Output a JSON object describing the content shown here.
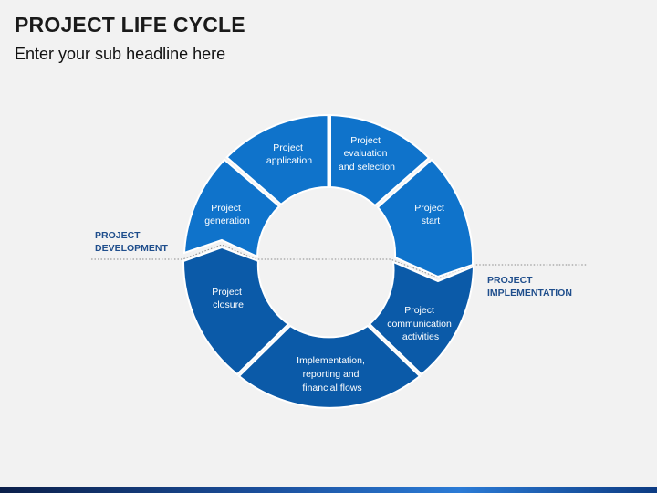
{
  "header": {
    "title": "PROJECT LIFE CYCLE",
    "subtitle": "Enter your sub headline here"
  },
  "phases": {
    "development": [
      "PROJECT",
      "DEVELOPMENT"
    ],
    "implementation": [
      "PROJECT",
      "IMPLEMENTATION"
    ]
  },
  "segments": [
    {
      "id": "application",
      "lines": [
        "Project",
        "application"
      ],
      "color": "#0f73cb"
    },
    {
      "id": "evaluation",
      "lines": [
        "Project",
        "evaluation",
        "and selection"
      ],
      "color": "#0f73cb"
    },
    {
      "id": "start",
      "lines": [
        "Project",
        "start"
      ],
      "color": "#0f73cb"
    },
    {
      "id": "communication",
      "lines": [
        "Project",
        "communication",
        "activities"
      ],
      "color": "#0b5aa8"
    },
    {
      "id": "implementation",
      "lines": [
        "Implementation,",
        "reporting and",
        "financial flows"
      ],
      "color": "#0b5aa8"
    },
    {
      "id": "closure",
      "lines": [
        "Project",
        "closure"
      ],
      "color": "#0b5aa8"
    },
    {
      "id": "generation",
      "lines": [
        "Project",
        "generation"
      ],
      "color": "#0f73cb"
    }
  ],
  "colors": {
    "upper": "#0f73cb",
    "lower": "#0b5aa8",
    "phase_label": "#1f4e8c",
    "background": "#f2f2f2"
  }
}
